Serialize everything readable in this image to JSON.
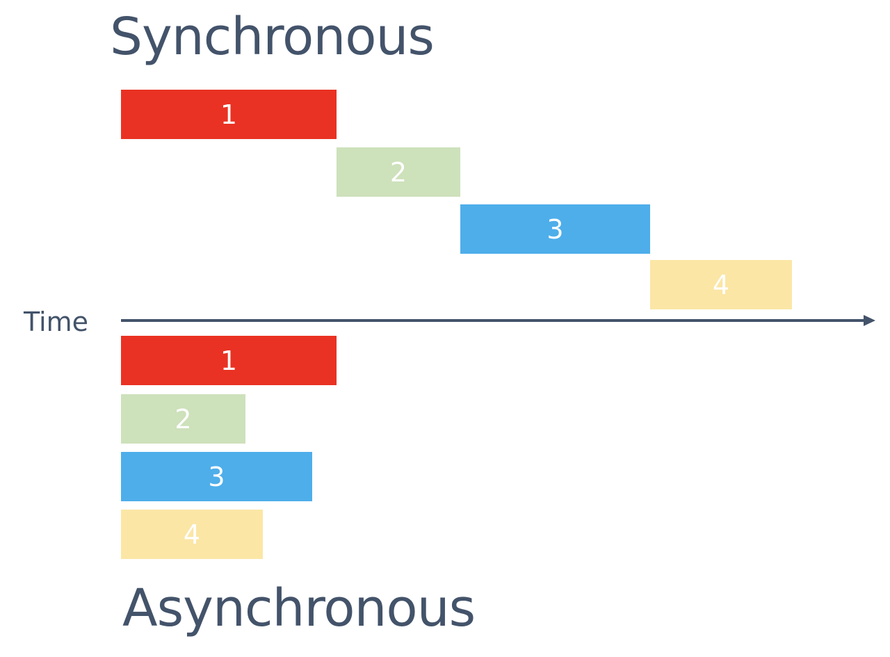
{
  "synchronous": {
    "title": "Synchronous",
    "tasks": [
      {
        "label": "1",
        "color": "#e93223"
      },
      {
        "label": "2",
        "color": "#cde1bb"
      },
      {
        "label": "3",
        "color": "#4eaeea"
      },
      {
        "label": "4",
        "color": "#fbe6a5"
      }
    ]
  },
  "asynchronous": {
    "title": "Asynchronous",
    "tasks": [
      {
        "label": "1",
        "color": "#e93223"
      },
      {
        "label": "2",
        "color": "#cde1bb"
      },
      {
        "label": "3",
        "color": "#4eaeea"
      },
      {
        "label": "4",
        "color": "#fbe6a5"
      }
    ]
  },
  "axis": {
    "label": "Time",
    "color": "#43536a"
  }
}
